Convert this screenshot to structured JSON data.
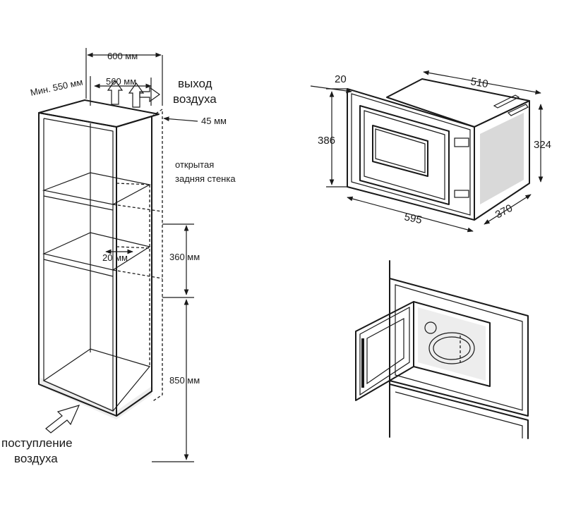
{
  "cabinet": {
    "width_600": "600 мм",
    "depth_min": "Мин. 550 мм",
    "niche_560": "560 мм",
    "air_out_1": "выход",
    "air_out_2": "воздуха",
    "gap_45": "45 мм",
    "open_back_1": "открытая",
    "open_back_2": "задняя стенка",
    "gap_20": "20 мм",
    "height_360": "360 мм",
    "height_850": "850 мм",
    "air_in_1": "поступление",
    "air_in_2": "воздуха"
  },
  "microwave": {
    "frame_20": "20",
    "depth_510": "510",
    "height_386": "386",
    "height_324": "324",
    "width_595": "595",
    "depth_370": "370"
  }
}
